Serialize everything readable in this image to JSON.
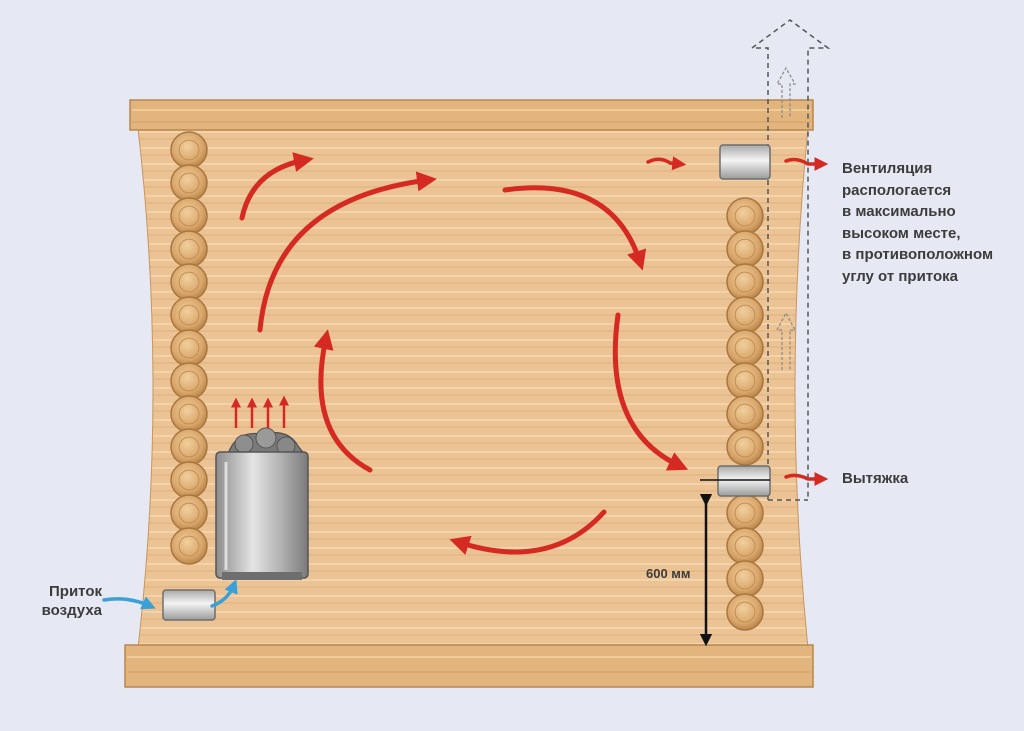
{
  "labels": {
    "ventilation": "Вентиляция\nраспологается\nв максимально\nвысоком месте,\nв противоположном\nуглу от притока",
    "exhaust": "Вытяжка",
    "intake": "Приток\nвоздуха",
    "height": "600 мм"
  },
  "colors": {
    "background": "#e6e8f3",
    "wood": "#ebc395",
    "beam": "#e3b57e",
    "log": "#dcaa72",
    "flow_arrow": "#d42a22",
    "intake_arrow": "#3aa0d8",
    "dimension_line": "#111111"
  },
  "icons": {
    "heater": "sauna-stove-icon",
    "vent": "vent-pipe-icon",
    "chimney": "dashed-duct-icon"
  }
}
